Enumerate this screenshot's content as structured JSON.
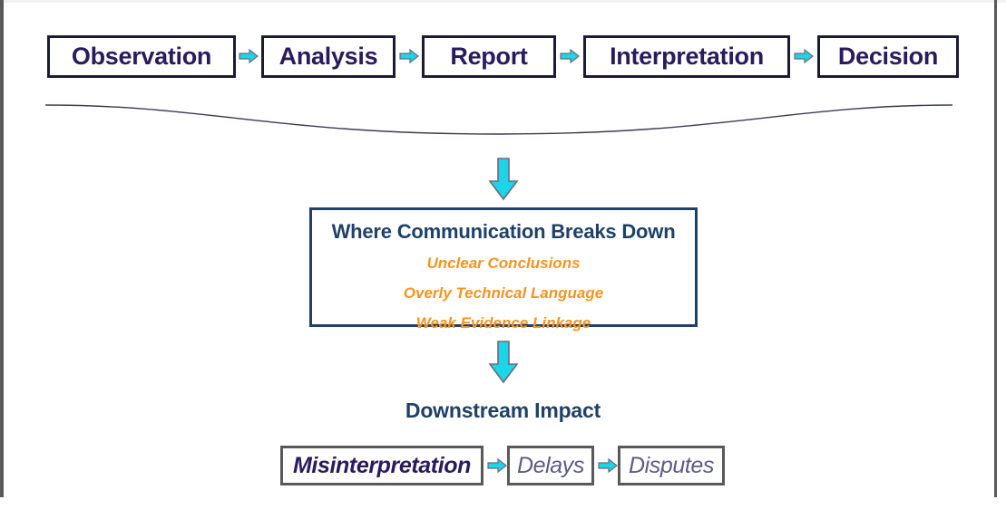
{
  "colors": {
    "box_border_dark": "#1b1b38",
    "box_border_gray": "#595959",
    "text_purple_navy": "#2a1b5e",
    "text_navy_blue": "#1f4068",
    "text_orange": "#f79420",
    "text_muted_slate": "#5b5b8c",
    "arrow_cyan": "#1ad6e8",
    "arrow_outline": "#6b6b7a",
    "background": "#ffffff"
  },
  "pipeline": {
    "steps": [
      {
        "label": "Observation"
      },
      {
        "label": "Analysis"
      },
      {
        "label": "Report"
      },
      {
        "label": "Interpretation"
      },
      {
        "label": "Decision"
      }
    ],
    "connector_icon": "arrow-right-icon"
  },
  "divider": {
    "icon": "wave-divider"
  },
  "flow_arrows": {
    "to_breakdown": "arrow-down-icon",
    "to_impact": "arrow-down-icon"
  },
  "breakdown": {
    "title": "Where Communication Breaks Down",
    "items": [
      "Unclear Conclusions",
      "Overly Technical Language",
      "Weak Evidence Linkage"
    ]
  },
  "impact": {
    "title": "Downstream Impact",
    "steps": [
      {
        "label": "Misinterpretation",
        "emphasis": "strong"
      },
      {
        "label": "Delays",
        "emphasis": "soft"
      },
      {
        "label": "Disputes",
        "emphasis": "soft"
      }
    ],
    "connector_icon": "arrow-right-icon"
  }
}
